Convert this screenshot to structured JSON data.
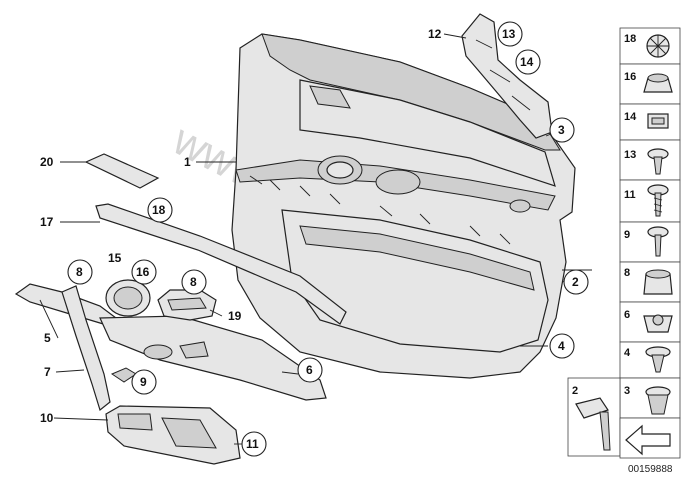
{
  "watermark": "www.BMWstore.pl",
  "diagram_id": "00159888",
  "callouts": {
    "c1": "1",
    "c2a": "2",
    "c3": "3",
    "c4": "4",
    "c5": "5",
    "c6": "6",
    "c7": "7",
    "c8a": "8",
    "c8b": "8",
    "c9": "9",
    "c10": "10",
    "c11": "11",
    "c12": "12",
    "c13": "13",
    "c14": "14",
    "c15": "15",
    "c16": "16",
    "c17": "17",
    "c18": "18",
    "c19": "19",
    "c20": "20"
  },
  "legend": [
    "18",
    "16",
    "14",
    "13",
    "11",
    "9",
    "8",
    "6",
    "4",
    "3"
  ],
  "legend_bottom": "2"
}
